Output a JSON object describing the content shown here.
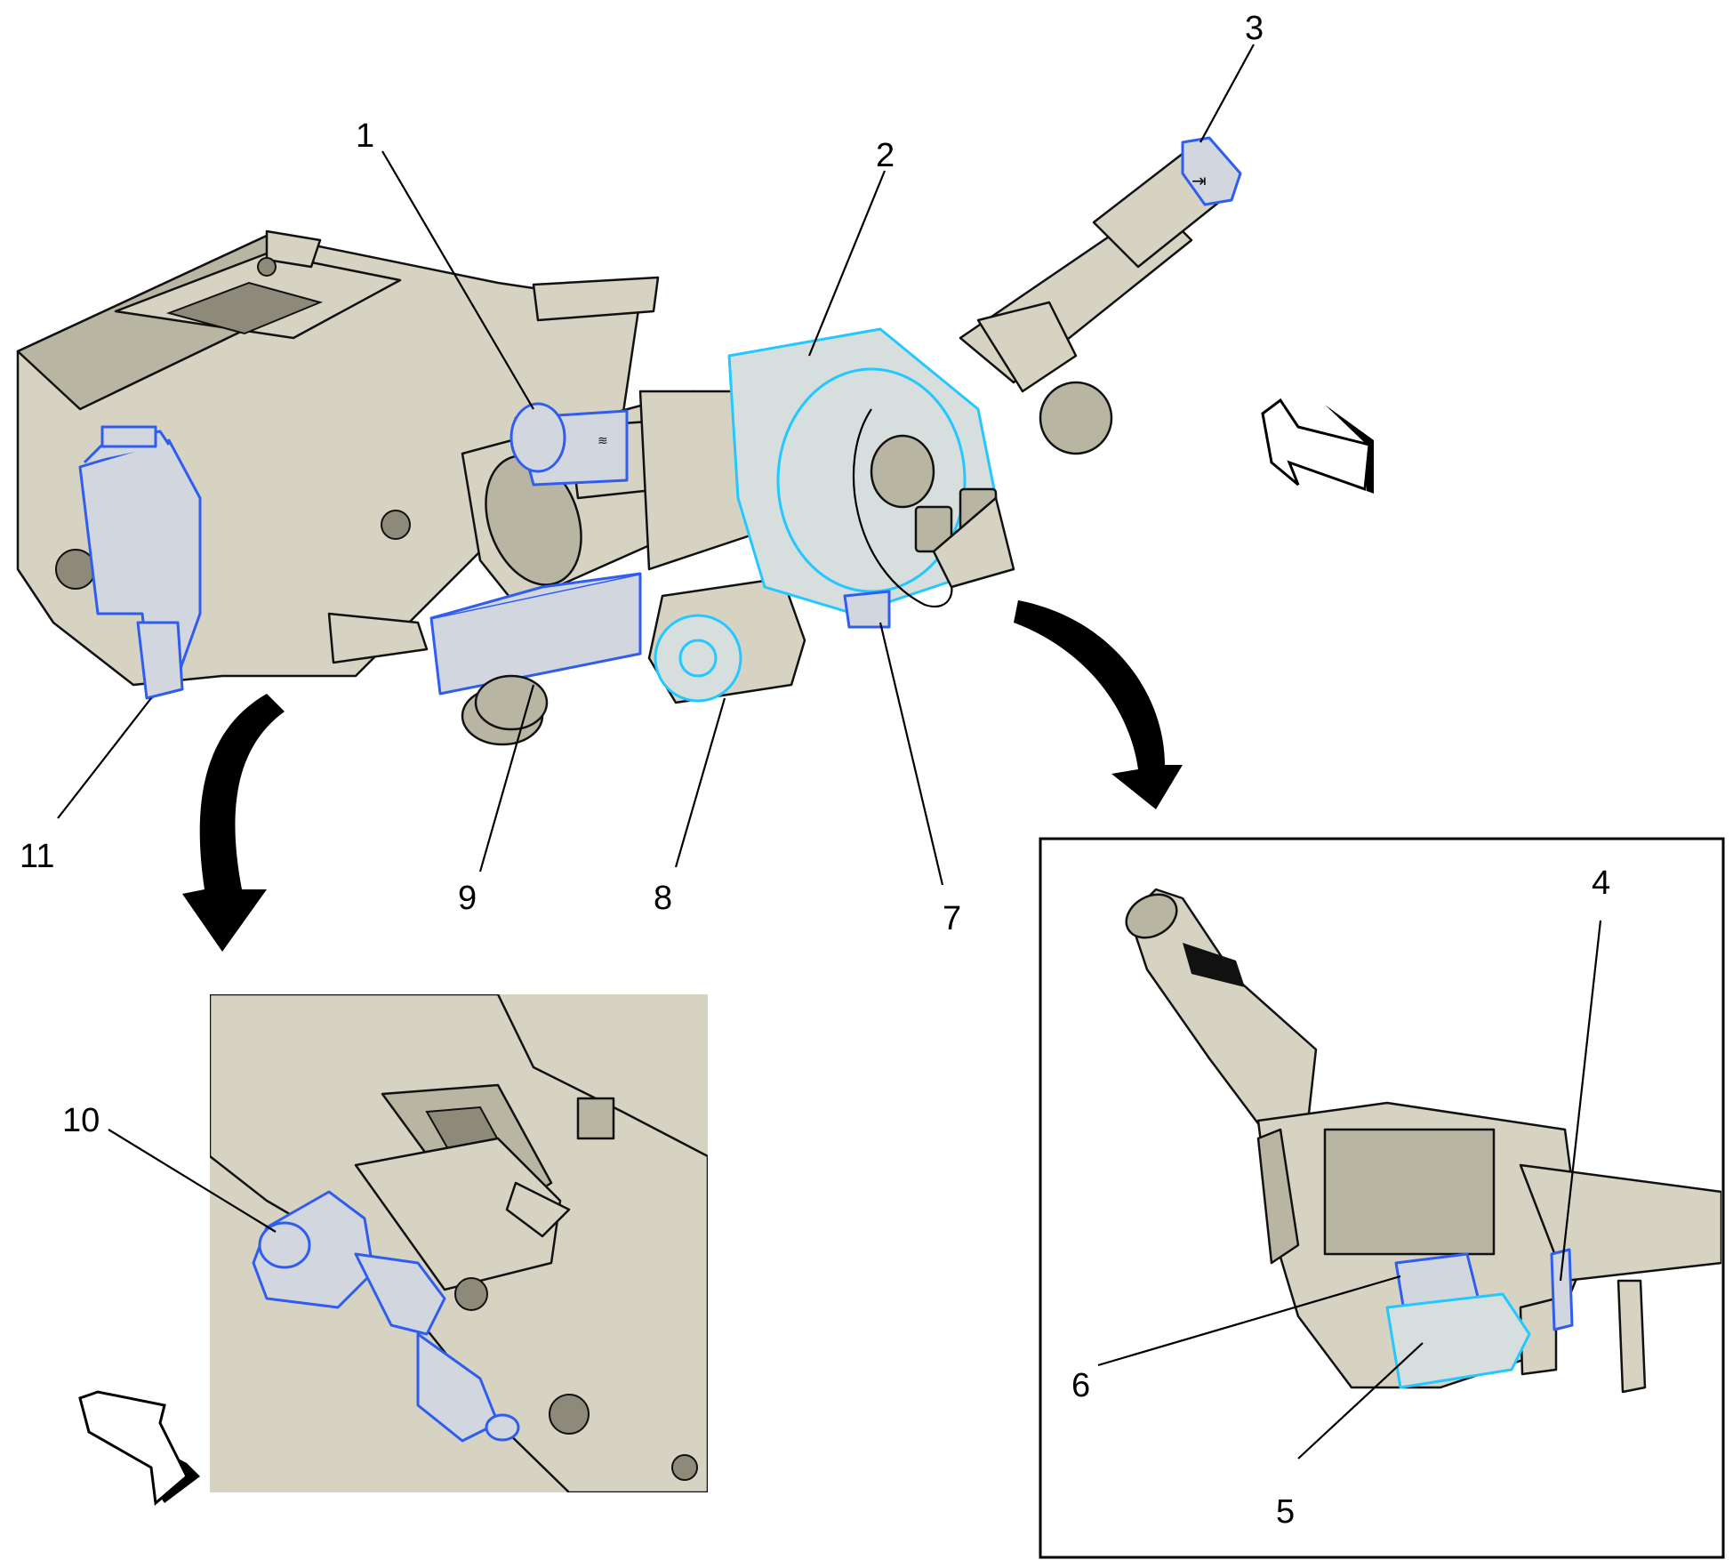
{
  "callouts": {
    "c1": "1",
    "c2": "2",
    "c3": "3",
    "c4": "4",
    "c5": "5",
    "c6": "6",
    "c7": "7",
    "c8": "8",
    "c9": "9",
    "c10": "10",
    "c11": "11"
  },
  "colors": {
    "housing": "#d6d3c3",
    "highlight_blue": "#2f5df0",
    "highlight_cyan": "#22c8ff",
    "outline": "#111111"
  },
  "icons": [
    "view-direction-arrow",
    "curved-arrow",
    "lever-symbols"
  ]
}
